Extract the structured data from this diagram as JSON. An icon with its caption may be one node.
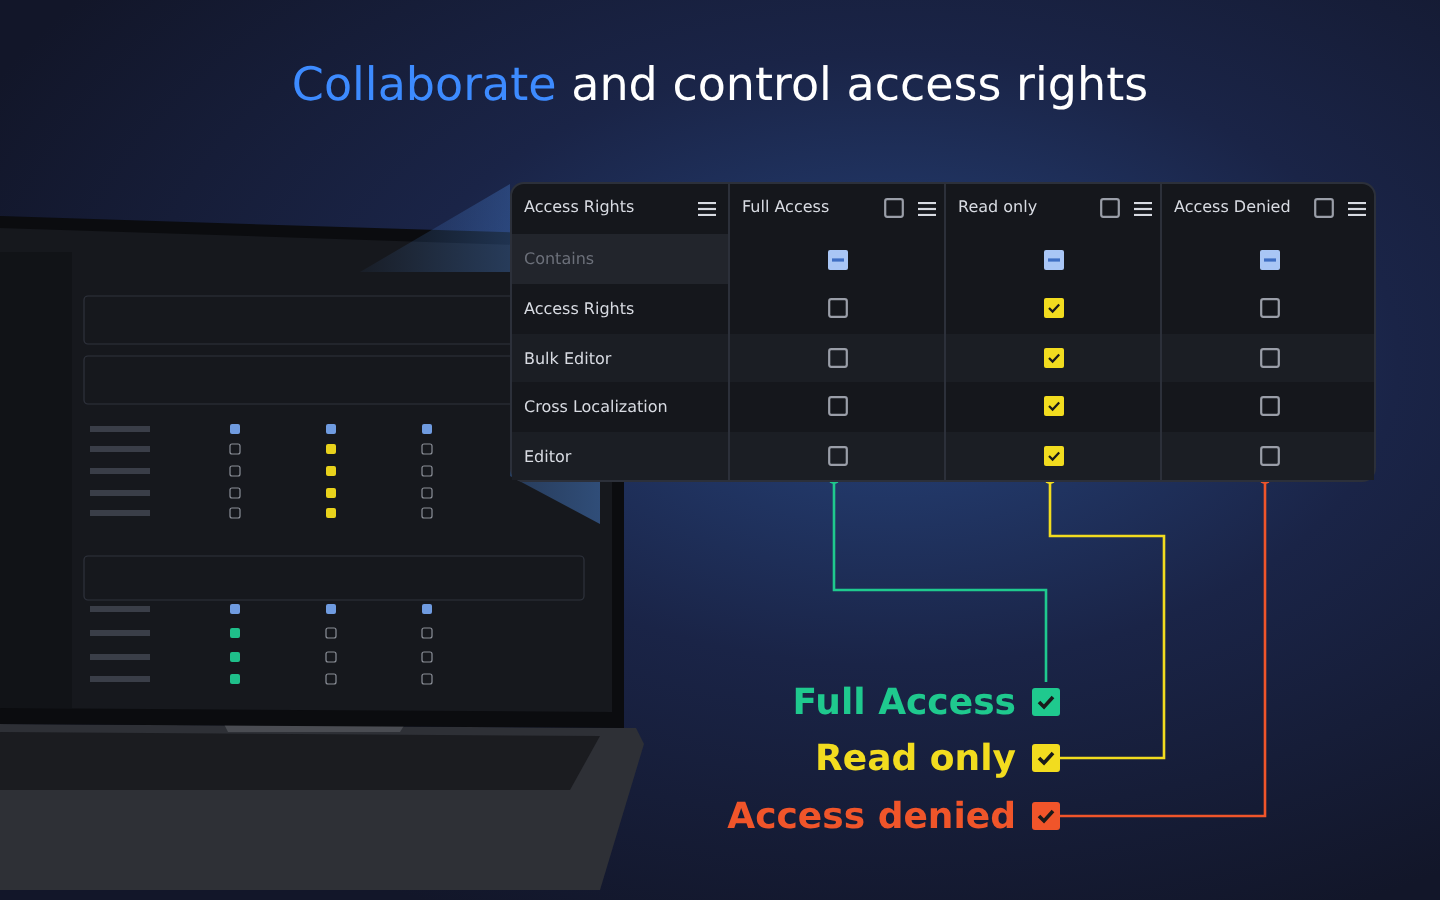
{
  "diagram": {
    "title": "**Collaborate** and control access rights",
    "nodes": [
      {
        "text": [],
        "shape": "box"
      },
      {
        "text": [
          "Full Access"
        ],
        "in": 0
      },
      {
        "text": [
          "Read only"
        ],
        "in": 0
      },
      {
        "text": [
          "Access Denied"
        ],
        "in": 0
      },
      {
        "text": [
          "Full Access"
        ]
      },
      {
        "text": [
          "Read only"
        ]
      },
      {
        "text": [
          "Access denied"
        ]
      }
    ],
    "edges": [
      {
        "from": 1,
        "to": 4,
        "arrow": "other",
        "color": "#1fc98e"
      },
      {
        "from": 2,
        "to": 5,
        "arrow": "other",
        "color": "#f2dc1f"
      },
      {
        "from": 3,
        "to": 6,
        "arrow": "other",
        "color": "#f0552a"
      }
    ],
    "labels": [
      "Access Rights",
      "Contains",
      "Access Rights",
      "Bulk Editor",
      "Cross Localization",
      "Editor"
    ]
  }
}
